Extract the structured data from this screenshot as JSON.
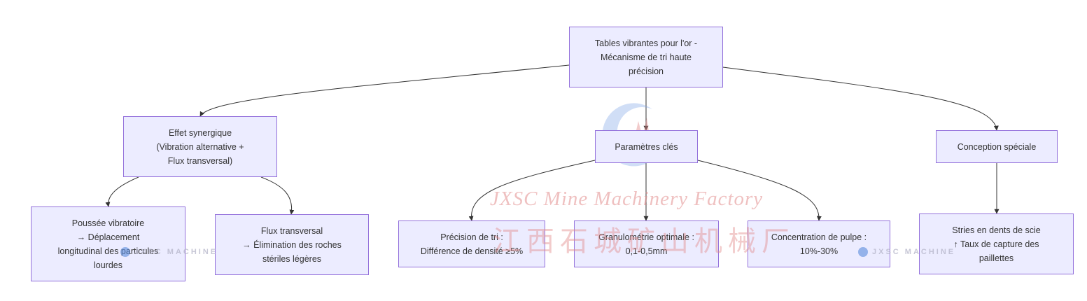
{
  "nodes": {
    "root": "Tables vibrantes pour l'or -\nMécanisme de tri haute\nprécision",
    "synergy": "Effet synergique\n(Vibration alternative +\nFlux transversal)",
    "params": "Paramètres clés",
    "design": "Conception spéciale",
    "push": "Poussée vibratoire\n→ Déplacement\nlongitudinal des particules\nlourdes",
    "flow": "Flux transversal\n→ Élimination des roches\nstériles légères",
    "precision": "Précision de tri :\nDifférence de densité ≥5%",
    "granulo": "Granulométrie optimale :\n0,1-0,5mm",
    "pulp": "Concentration de pulpe :\n10%-30%",
    "stries": "Stries en dents de scie\n↑ Taux de capture des\npaillettes"
  },
  "watermark": {
    "en": "JXSC Mine Machinery Factory",
    "cn": "江西石城矿山机械厂",
    "small": "JXSC MACHINE"
  },
  "colors": {
    "node_fill": "#ECECFF",
    "node_border": "#9370DB",
    "edge": "#333333",
    "watermark": "#E28C8C"
  }
}
